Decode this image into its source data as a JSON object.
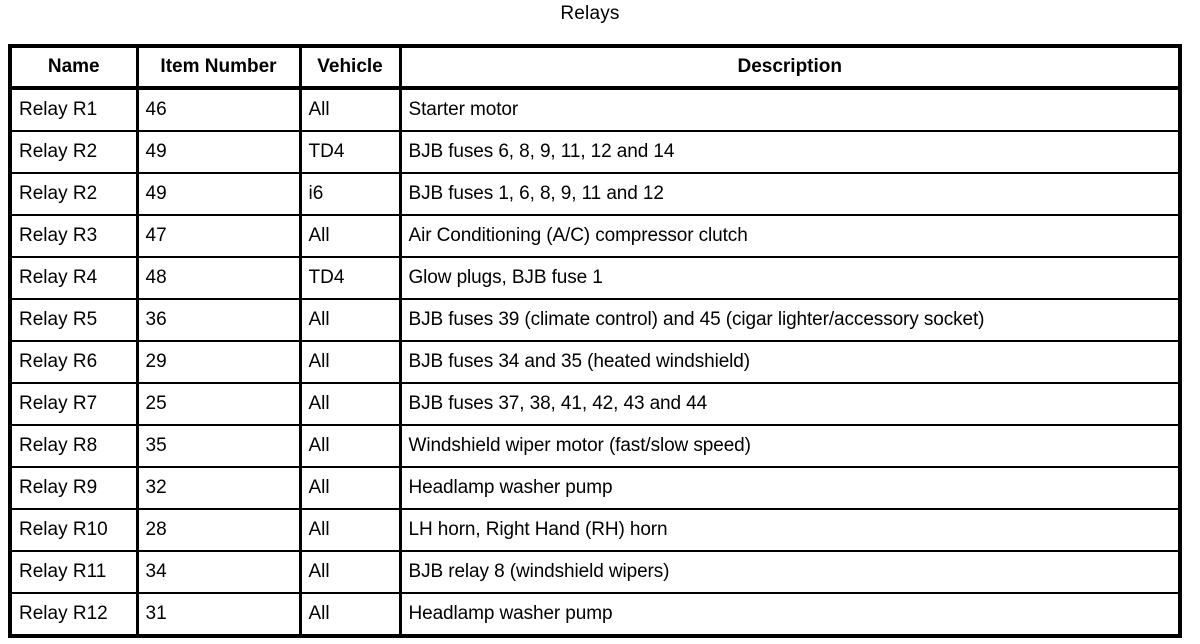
{
  "document": {
    "title": "Relays"
  },
  "table": {
    "name": "relays-table",
    "columns": [
      {
        "key": "name",
        "label": "Name"
      },
      {
        "key": "item_number",
        "label": "Item Number"
      },
      {
        "key": "vehicle",
        "label": "Vehicle"
      },
      {
        "key": "description",
        "label": "Description"
      }
    ],
    "rows": [
      {
        "name": "Relay R1",
        "item_number": "46",
        "vehicle": "All",
        "description": "Starter motor"
      },
      {
        "name": "Relay R2",
        "item_number": "49",
        "vehicle": "TD4",
        "description": "BJB fuses 6, 8, 9, 11, 12 and 14"
      },
      {
        "name": "Relay R2",
        "item_number": "49",
        "vehicle": "i6",
        "description": "BJB fuses 1, 6, 8, 9, 11 and 12"
      },
      {
        "name": "Relay R3",
        "item_number": "47",
        "vehicle": "All",
        "description": "Air Conditioning (A/C) compressor clutch"
      },
      {
        "name": "Relay R4",
        "item_number": "48",
        "vehicle": "TD4",
        "description": "Glow plugs, BJB fuse 1"
      },
      {
        "name": "Relay R5",
        "item_number": "36",
        "vehicle": "All",
        "description": "BJB fuses 39 (climate control) and 45 (cigar lighter/accessory socket)"
      },
      {
        "name": "Relay R6",
        "item_number": "29",
        "vehicle": "All",
        "description": "BJB fuses 34 and 35 (heated windshield)"
      },
      {
        "name": "Relay R7",
        "item_number": "25",
        "vehicle": "All",
        "description": "BJB fuses 37, 38, 41, 42, 43 and 44"
      },
      {
        "name": "Relay R8",
        "item_number": "35",
        "vehicle": "All",
        "description": "Windshield wiper motor (fast/slow speed)"
      },
      {
        "name": "Relay R9",
        "item_number": "32",
        "vehicle": "All",
        "description": "Headlamp washer pump"
      },
      {
        "name": "Relay R10",
        "item_number": "28",
        "vehicle": "All",
        "description": "LH horn, Right Hand (RH) horn"
      },
      {
        "name": "Relay R11",
        "item_number": "34",
        "vehicle": "All",
        "description": "BJB relay 8 (windshield wipers)"
      },
      {
        "name": "Relay R12",
        "item_number": "31",
        "vehicle": "All",
        "description": "Headlamp washer pump"
      }
    ]
  },
  "colors": {
    "background": "#ffffff",
    "text": "#000000",
    "border": "#000000"
  }
}
